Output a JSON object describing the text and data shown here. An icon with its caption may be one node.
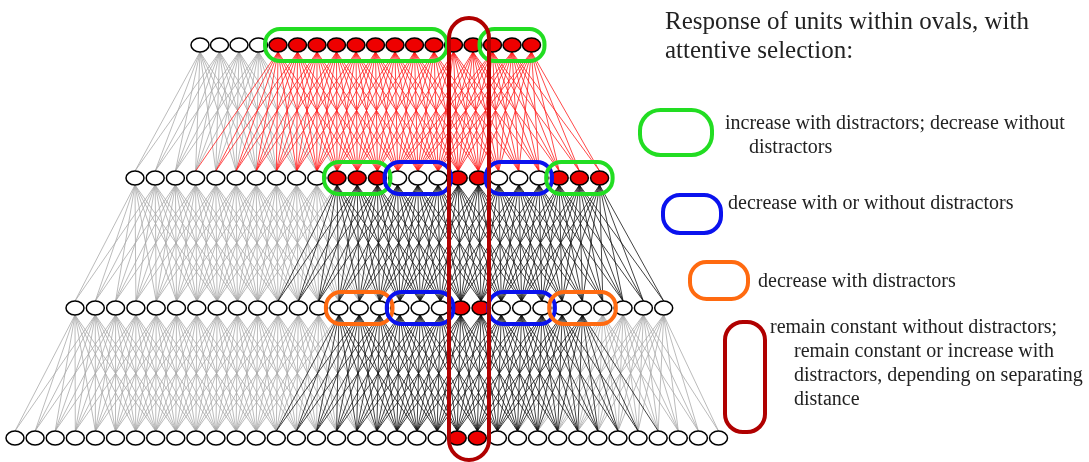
{
  "diagram": {
    "title": "Response of units within ovals, with attentive selection:",
    "legend": [
      {
        "text": "increase with distractors; decrease without distractors",
        "color": "#22dd22"
      },
      {
        "text": "decrease with or without distractors",
        "color": "#0a12ee"
      },
      {
        "text": "decrease with distractors",
        "color": "#ff6a10"
      },
      {
        "text": "remain constant without distractors; remain constant or increase with distractors, depending on separating distance",
        "color": "#b00000"
      }
    ]
  }
}
